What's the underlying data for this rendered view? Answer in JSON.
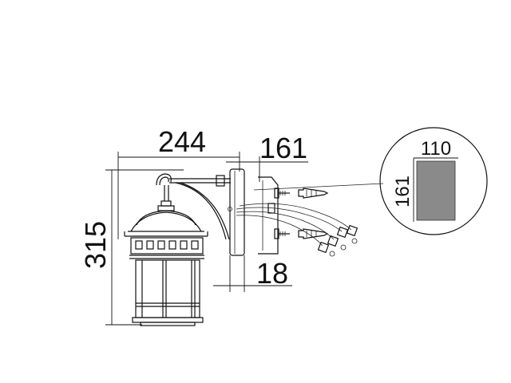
{
  "dimensions": {
    "width": "244",
    "height": "315",
    "bracket_depth": "161",
    "plate_thickness": "18",
    "detail_width": "110",
    "detail_height": "161"
  },
  "colors": {
    "line": "#111111",
    "background": "#ffffff",
    "plate_fill": "#8a8a8a"
  }
}
